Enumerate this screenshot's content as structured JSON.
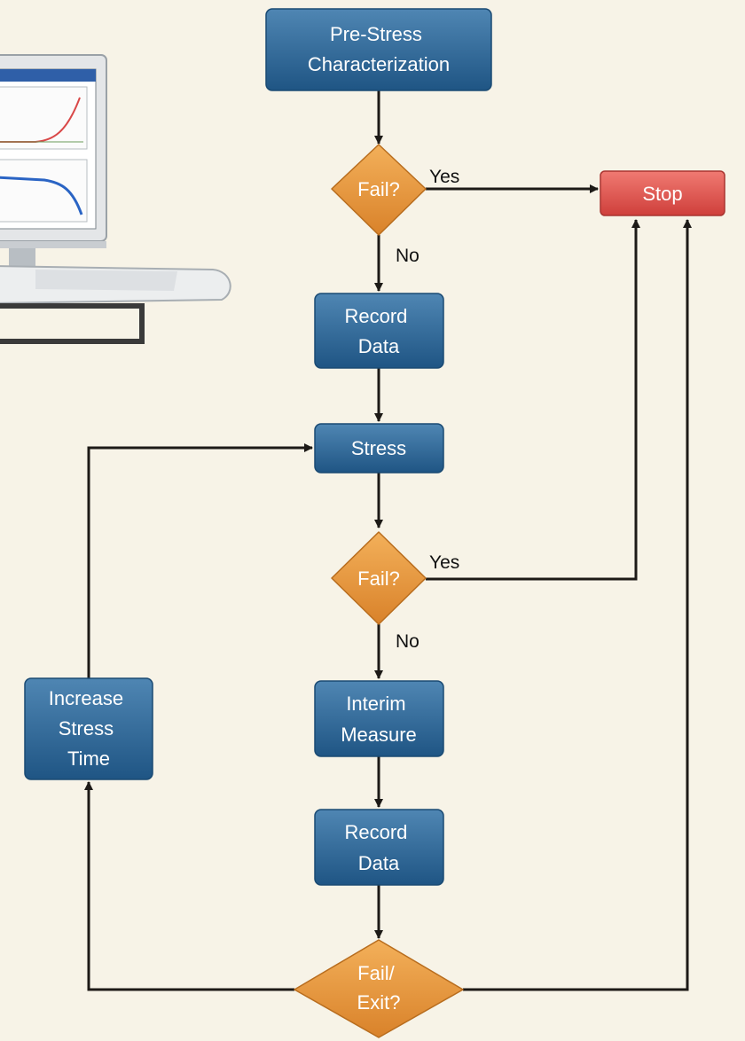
{
  "colors": {
    "background": "#f7f3e7",
    "process_box": "#2f6a9a",
    "decision": "#e79a3c",
    "stop_box": "#e05450",
    "connector": "#1d1a17"
  },
  "nodes": {
    "pre_stress": [
      "Pre-Stress",
      "Characterization"
    ],
    "fail1": [
      "Fail?"
    ],
    "record1": [
      "Record",
      "Data"
    ],
    "stress": [
      "Stress"
    ],
    "fail2": [
      "Fail?"
    ],
    "interim": [
      "Interim",
      "Measure"
    ],
    "record2": [
      "Record",
      "Data"
    ],
    "fail3": [
      "Fail/",
      "Exit?"
    ],
    "increase": [
      "Increase",
      "Stress",
      "Time"
    ],
    "stop": [
      "Stop"
    ]
  },
  "edge_labels": {
    "fail1_yes": "Yes",
    "fail1_no": "No",
    "fail2_yes": "Yes",
    "fail2_no": "No"
  },
  "illustration": {
    "icon": "computer-workstation-icon"
  }
}
